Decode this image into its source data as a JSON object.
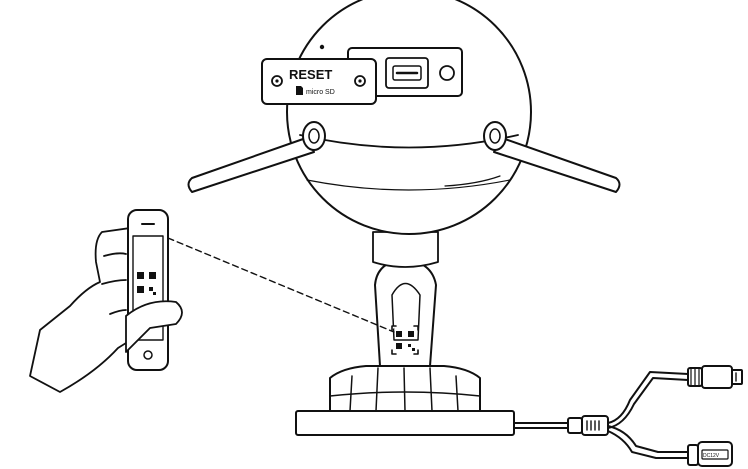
{
  "labels": {
    "reset": "RESET",
    "micro_sd": "micro SD",
    "dc_input": "DC12V"
  },
  "colors": {
    "stroke": "#111111",
    "fill": "#ffffff",
    "shade": "#e6e6e6"
  },
  "icons": [
    "sd-card-icon",
    "qr-code-icon",
    "screw-icon"
  ]
}
